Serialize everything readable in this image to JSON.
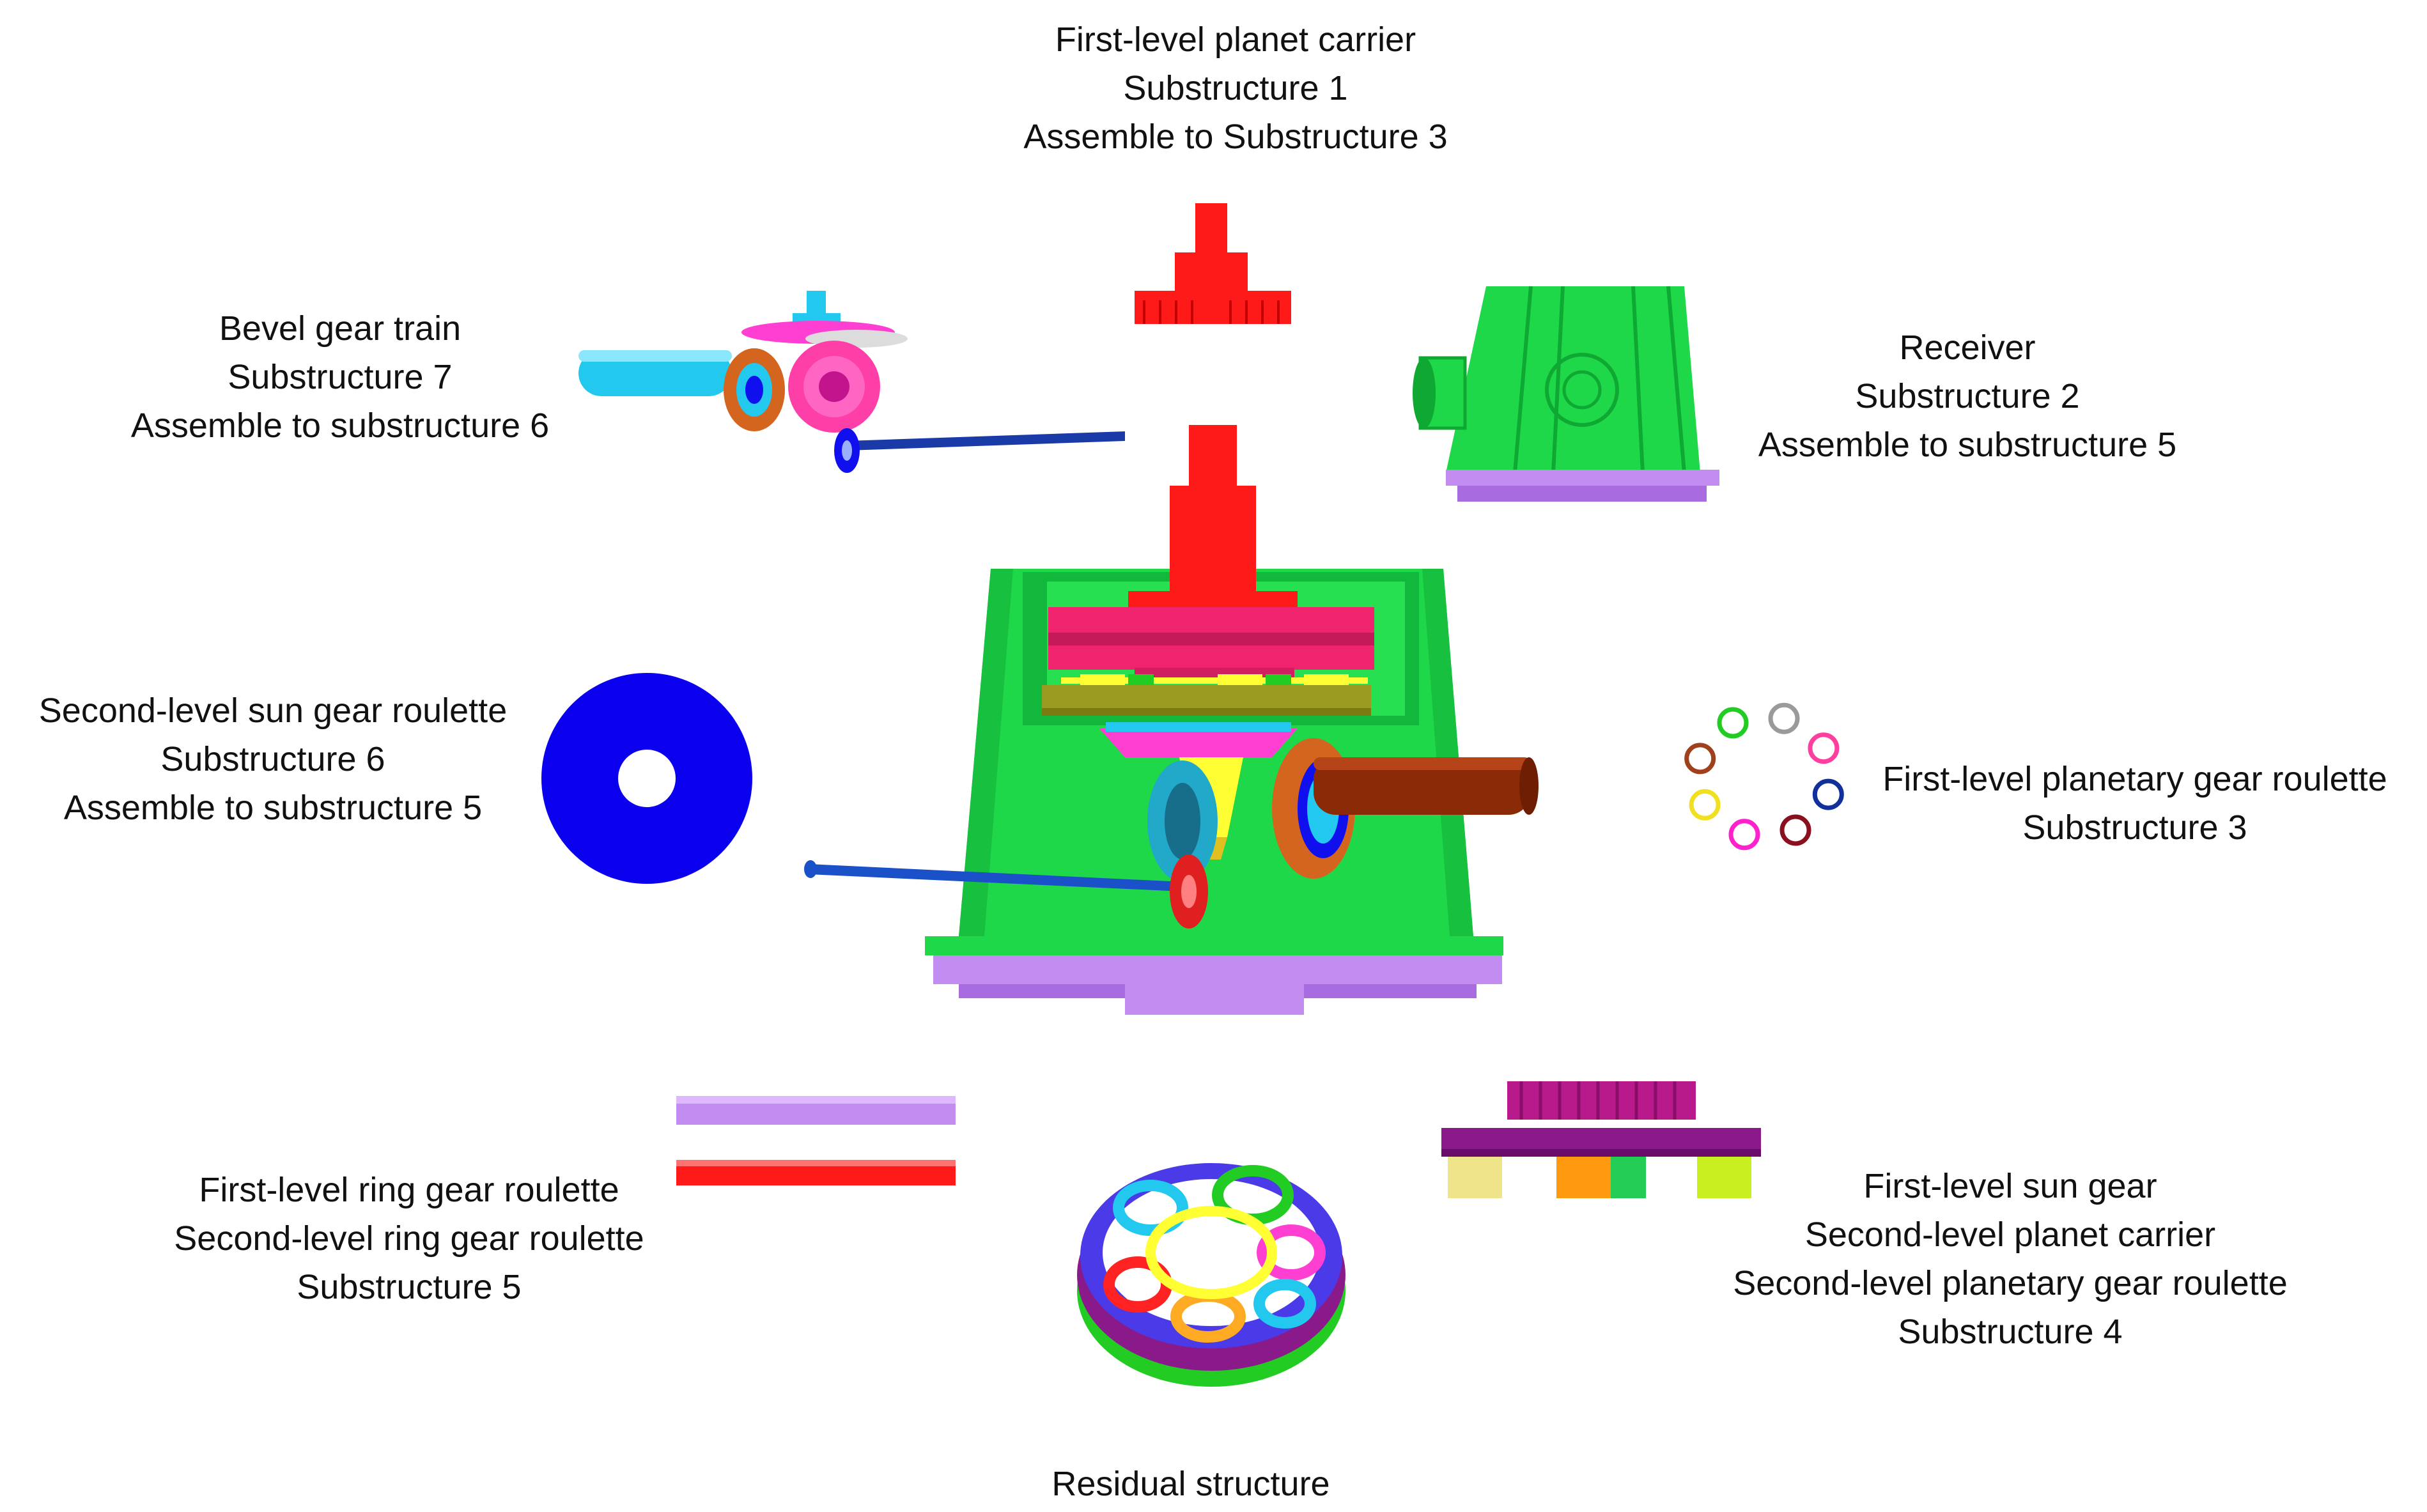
{
  "labels": {
    "substructure_1": [
      "First-level planet carrier",
      "Substructure 1",
      "Assemble to Substructure 3"
    ],
    "substructure_7": [
      "Bevel gear train",
      "Substructure 7",
      "Assemble to substructure 6"
    ],
    "substructure_2": [
      "Receiver",
      "Substructure 2",
      "Assemble to substructure 5"
    ],
    "substructure_6": [
      "Second-level sun gear roulette",
      "Substructure 6",
      "Assemble to substructure 5"
    ],
    "substructure_3": [
      "First-level planetary gear roulette",
      "Substructure 3"
    ],
    "substructure_5": [
      "First-level ring gear  roulette",
      "Second-level  ring gear  roulette",
      "Substructure 5"
    ],
    "substructure_4": [
      "First-level sun gear",
      "Second-level planet carrier",
      "Second-level planetary gear  roulette",
      "Substructure 4"
    ],
    "residual": [
      "Residual structure"
    ]
  },
  "colors": {
    "housing_green": "#1fd84a",
    "housing_dark_green": "#0fa832",
    "base_purple": "#c28cf0",
    "carrier_red": "#ff1a1a",
    "ring_pink": "#f0246e",
    "gear_magenta": "#ff3fd2",
    "cyan": "#22c8ee",
    "blue": "#1010ee",
    "shaft_brown": "#8b2a06",
    "gear_copper": "#d4651e",
    "yellow": "#ffff33"
  },
  "planet_ring_colors": [
    "#9a9a9a",
    "#ff3fa0",
    "#12309a",
    "#8a1020",
    "#ff22cc",
    "#f0e020",
    "#a0401c",
    "#22cc22"
  ]
}
